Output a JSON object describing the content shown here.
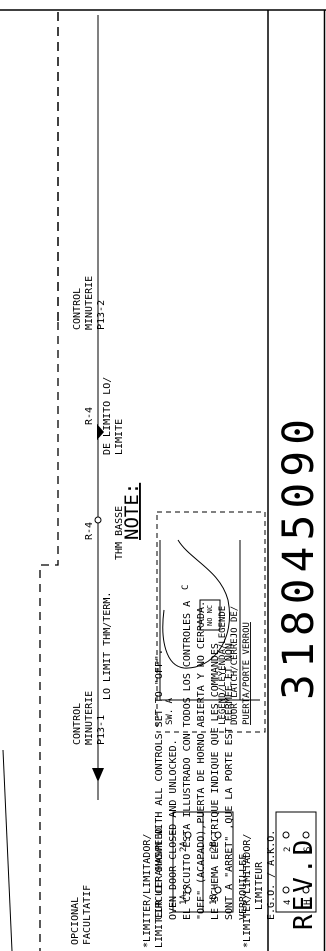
{
  "note": {
    "heading": "NOTE:",
    "lines": [
      "CIRCUIT SHOWN WITH ALL CONTROLS SET TO \"OFF\".",
      "OVEN DOOR CLOSED AND UNLOCKED.",
      "EL CIRCUITO ESTA ILLUSTRADO CON TODOS LOS CONTROLES A",
      "\"OFF\" (ACAPADO),PUERTA DE HORNO ABIERTA Y NO CERRADA.",
      "LE SCHEMA ELECTRIQUE INDIQUE QUE LES COMMANDES",
      "SONT A \"ARRET\" ,QUE LA PORTE EST FERMEE ET NON",
      "VERROUILLEE."
    ]
  },
  "title_block": {
    "part_number": "318045090",
    "revision": "REV.D"
  },
  "optional": {
    "line1": "OPCIONAL",
    "line2": "FACULTATIF"
  },
  "control_1": {
    "line1": "CONTROL",
    "line2": "MINUTERIE",
    "line3": "P13-1"
  },
  "control_2": {
    "line1": "CONTROL",
    "line2": "MINUTERIE",
    "line3": "P13-2"
  },
  "lo_limit": {
    "relay": "R-4",
    "line1": "LO LIMIT THM/TERM.",
    "line2": "THM BASSE"
  },
  "limite_lo": {
    "relay": "R-4",
    "line1": "DE LIMITO LO/",
    "line2": "LIMITE"
  },
  "limiter_ceramaspeed": {
    "line1": "*LIMITER/LIMITADOR/",
    "line2": "LIMITEUR CERAMASPEED",
    "terminals": [
      "1A",
      "2A",
      "1B",
      "2B"
    ]
  },
  "limiter_ego": {
    "line1": "*LIMITER/LIMITADOR/",
    "line2": "LIMITEUR",
    "line3": "E.G.O. / A.K.O.",
    "terminals": [
      "4",
      "2",
      "H",
      "S"
    ]
  },
  "legend": {
    "line1": "LEGEND/LEYENDA/LEGENDE",
    "line2": "DOOR LATCH/CERREJO DE/",
    "line3": "PUERTA/PORTE VERROU",
    "switch_a": "SW. A",
    "switch_c": "C",
    "no_nc": "NO NC"
  }
}
